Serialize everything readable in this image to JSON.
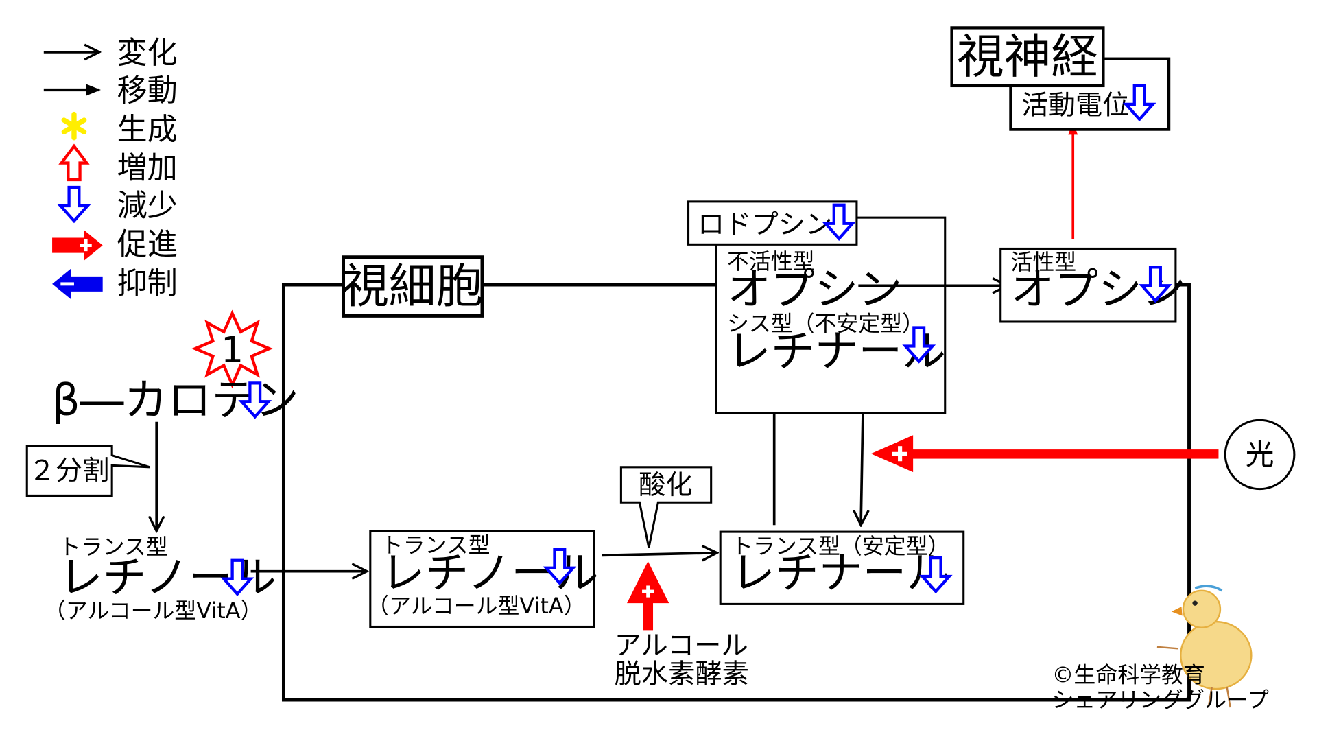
{
  "legend": {
    "items": [
      {
        "icon": "open-arrow-icon",
        "label": "変化"
      },
      {
        "icon": "solid-arrow-icon",
        "label": "移動"
      },
      {
        "icon": "yellow-asterisk-icon",
        "label": "生成"
      },
      {
        "icon": "red-up-arrow-icon",
        "label": "増加"
      },
      {
        "icon": "blue-down-arrow-icon",
        "label": "減少"
      },
      {
        "icon": "red-plus-arrow-icon",
        "label": "促進"
      },
      {
        "icon": "blue-minus-arrow-icon",
        "label": "抑制"
      }
    ]
  },
  "colors": {
    "increase": "#ff0000",
    "decrease": "#0000ff",
    "generate": "#ffee00",
    "line": "#000000"
  },
  "nodes": {
    "step_badge": "1",
    "beta_carotene": "β―カロテン",
    "split_label": "２分割",
    "cell_label": "視細胞",
    "retinol_outer": {
      "type": "トランス型",
      "name": "レチノール",
      "note": "（アルコール型VitA）"
    },
    "retinol_inner": {
      "type": "トランス型",
      "name": "レチノール",
      "note": "（アルコール型VitA）"
    },
    "oxidation_label": "酸化",
    "enzyme": {
      "line1": "アルコール",
      "line2": "脱水素酵素"
    },
    "retinal_trans": {
      "type": "トランス型（安定型）",
      "name": "レチナール"
    },
    "rhodopsin": {
      "label": "ロドプシン",
      "opsin_state": "不活性型",
      "opsin": "オプシン",
      "retinal_type": "シス型（不安定型）",
      "retinal": "レチナール"
    },
    "active_opsin": {
      "state": "活性型",
      "name": "オプシン"
    },
    "optic_nerve": {
      "title": "視神経",
      "potential": "活動電位"
    },
    "light": "光"
  },
  "copyright": {
    "line1": "©生命科学教育",
    "line2": "シェアリンググループ"
  }
}
